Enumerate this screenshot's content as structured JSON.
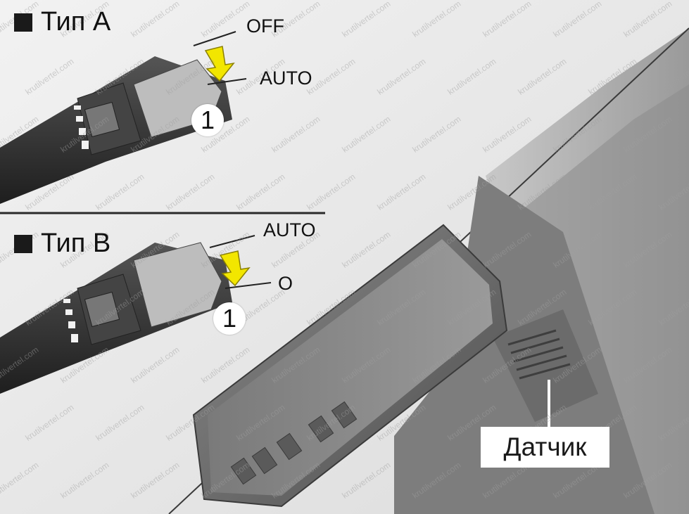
{
  "diagram": {
    "type_a": {
      "title": "Тип A",
      "label_off": "OFF",
      "label_auto": "AUTO",
      "callout": "1"
    },
    "type_b": {
      "title": "Тип B",
      "label_auto": "AUTO",
      "label_o": "O",
      "callout": "1"
    },
    "sensor_label": "Датчик",
    "watermark": "krutilvertel.com",
    "colors": {
      "arrow": "#f2e600",
      "stalk": "#2a2a2a",
      "mirror": "#6e6e6e",
      "background": "#e8e8e8"
    }
  }
}
